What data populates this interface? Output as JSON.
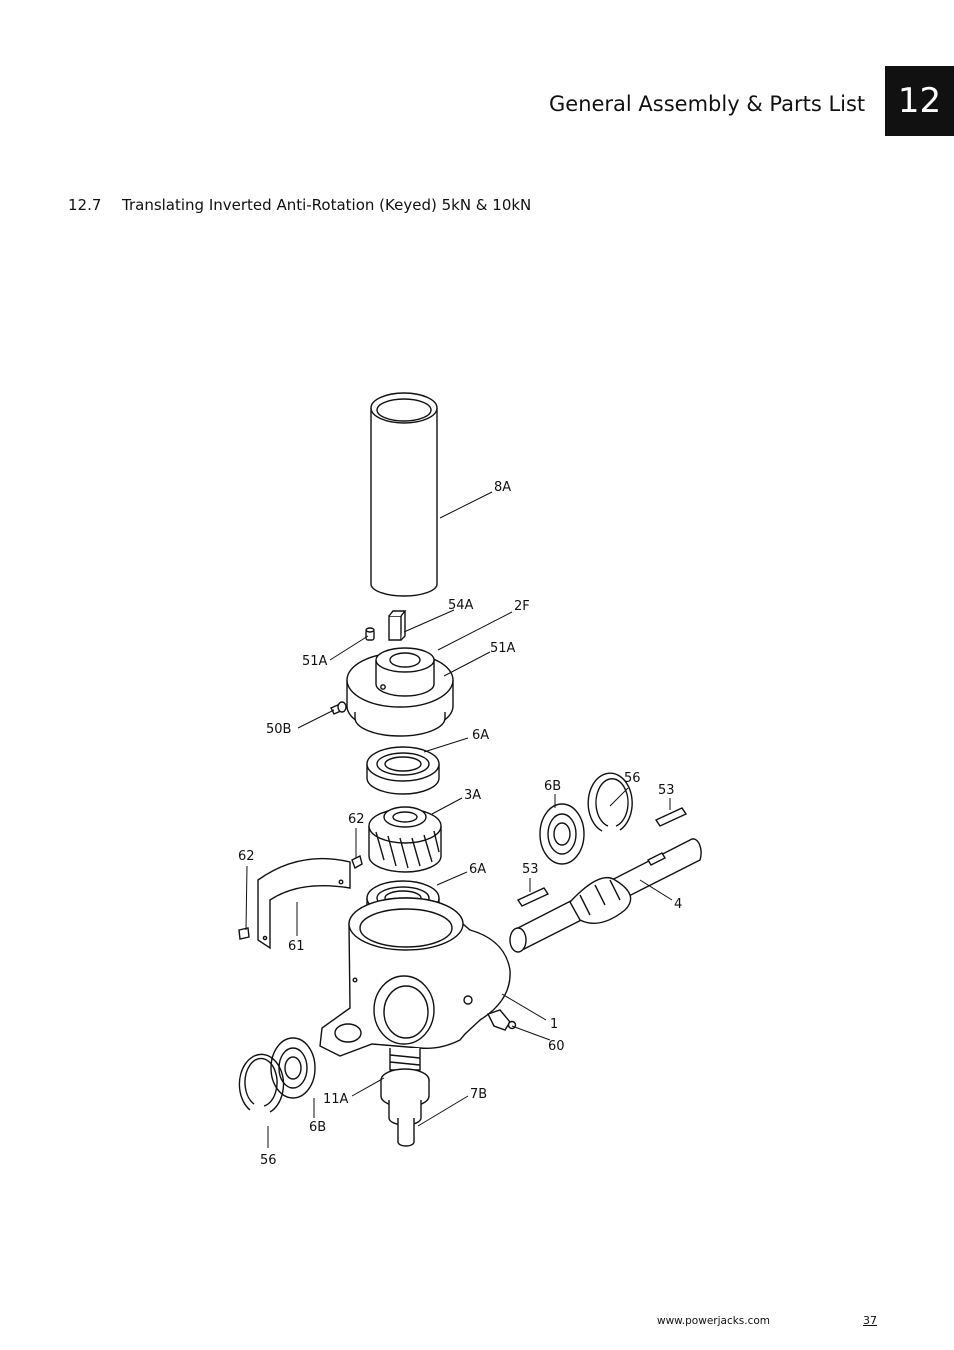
{
  "header": {
    "title": "General Assembly & Parts List",
    "chapter_number": "12"
  },
  "section": {
    "number": "12.7",
    "title": "Translating Inverted Anti-Rotation (Keyed) 5kN & 10kN"
  },
  "diagram": {
    "callouts": {
      "c8A": "8A",
      "c54A": "54A",
      "c2F": "2F",
      "c51A_left": "51A",
      "c51A_right": "51A",
      "c50B": "50B",
      "c6A_top": "6A",
      "c3A": "3A",
      "c6B_right": "6B",
      "c56_right": "56",
      "c53_right": "53",
      "c62_top": "62",
      "c62_left": "62",
      "c6A_lower": "6A",
      "c53_mid": "53",
      "c4": "4",
      "c61": "61",
      "c1": "1",
      "c60": "60",
      "c7B": "7B",
      "c11A": "11A",
      "c6B_left": "6B",
      "c56_left": "56"
    }
  },
  "footer": {
    "website": "www.powerjacks.com",
    "page_number": "37"
  }
}
